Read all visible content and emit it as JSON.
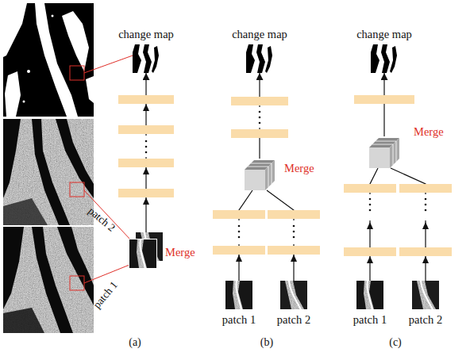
{
  "diagram": {
    "nodes": [
      {
        "text": [
          "change map"
        ]
      },
      {
        "text": [
          "Merge"
        ]
      },
      {
        "text": [
          "change map"
        ]
      },
      {
        "text": [
          "Merge"
        ]
      },
      {
        "text": [
          "patch 1"
        ]
      },
      {
        "text": [
          "patch 2"
        ]
      },
      {
        "text": [
          "change map"
        ]
      },
      {
        "text": [
          "Merge"
        ]
      },
      {
        "text": [
          "patch 1"
        ]
      },
      {
        "text": [
          "patch 2"
        ]
      }
    ],
    "edges": [
      {
        "from": 1,
        "to": 0,
        "arrow": "to"
      },
      {
        "from": 4,
        "to": 3,
        "arrow": "none"
      },
      {
        "from": 5,
        "to": 3,
        "arrow": "none"
      },
      {
        "from": 3,
        "to": 2,
        "arrow": "to"
      },
      {
        "from": 8,
        "to": 7,
        "arrow": "none"
      },
      {
        "from": 9,
        "to": 7,
        "arrow": "none"
      },
      {
        "from": 7,
        "to": 6,
        "arrow": "to"
      }
    ],
    "labels": [
      "patch 2",
      "patch 1",
      "(a)",
      "(b)",
      "(c)"
    ]
  }
}
